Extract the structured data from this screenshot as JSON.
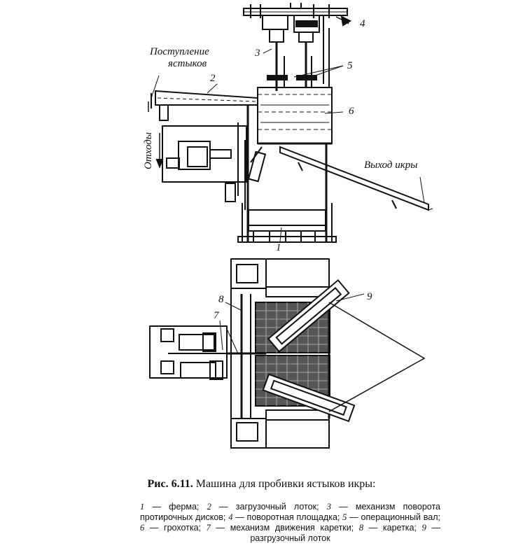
{
  "figure": {
    "labels": {
      "intake_line1": "Поступление",
      "intake_line2": "ястыков",
      "waste": "Отходы",
      "roe_exit": "Выход икры"
    },
    "callouts": {
      "n1": "1",
      "n2": "2",
      "n3": "3",
      "n4": "4",
      "n5": "5",
      "n6": "6",
      "n7": "7",
      "n8": "8",
      "n9": "9"
    }
  },
  "caption": {
    "number": "Рис. 6.11.",
    "title": "Машина для пробивки ястыков икры:",
    "items": [
      {
        "n": "1",
        "text": "ферма"
      },
      {
        "n": "2",
        "text": "загрузочный лоток"
      },
      {
        "n": "3",
        "text": "механизм поворота протирочных дисков"
      },
      {
        "n": "4",
        "text": "поворотная площадка"
      },
      {
        "n": "5",
        "text": "операционный вал"
      },
      {
        "n": "6",
        "text": "грохотка"
      },
      {
        "n": "7",
        "text": "механизм движения каретки"
      },
      {
        "n": "8",
        "text": "каретка"
      },
      {
        "n": "9",
        "text": "разгрузочный лоток"
      }
    ]
  }
}
